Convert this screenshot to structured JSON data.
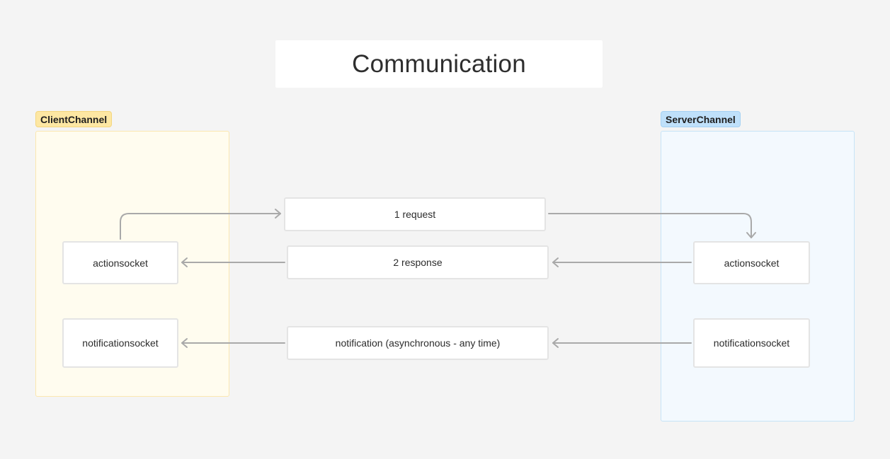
{
  "diagram": {
    "title": "Communication",
    "groups": {
      "client": {
        "label": "ClientChannel",
        "accent": "#fde7a3",
        "fill": "#fffcef"
      },
      "server": {
        "label": "ServerChannel",
        "accent": "#bfe0fa",
        "fill": "#f3f9fe"
      }
    },
    "client_nodes": {
      "action": "actionsocket",
      "notification": "notificationsocket"
    },
    "server_nodes": {
      "action": "actionsocket",
      "notification": "notificationsocket"
    },
    "messages": {
      "request": "1 request",
      "response": "2 response",
      "notification": "notification (asynchronous - any time)"
    },
    "edge_color": "#a9a9a9"
  }
}
